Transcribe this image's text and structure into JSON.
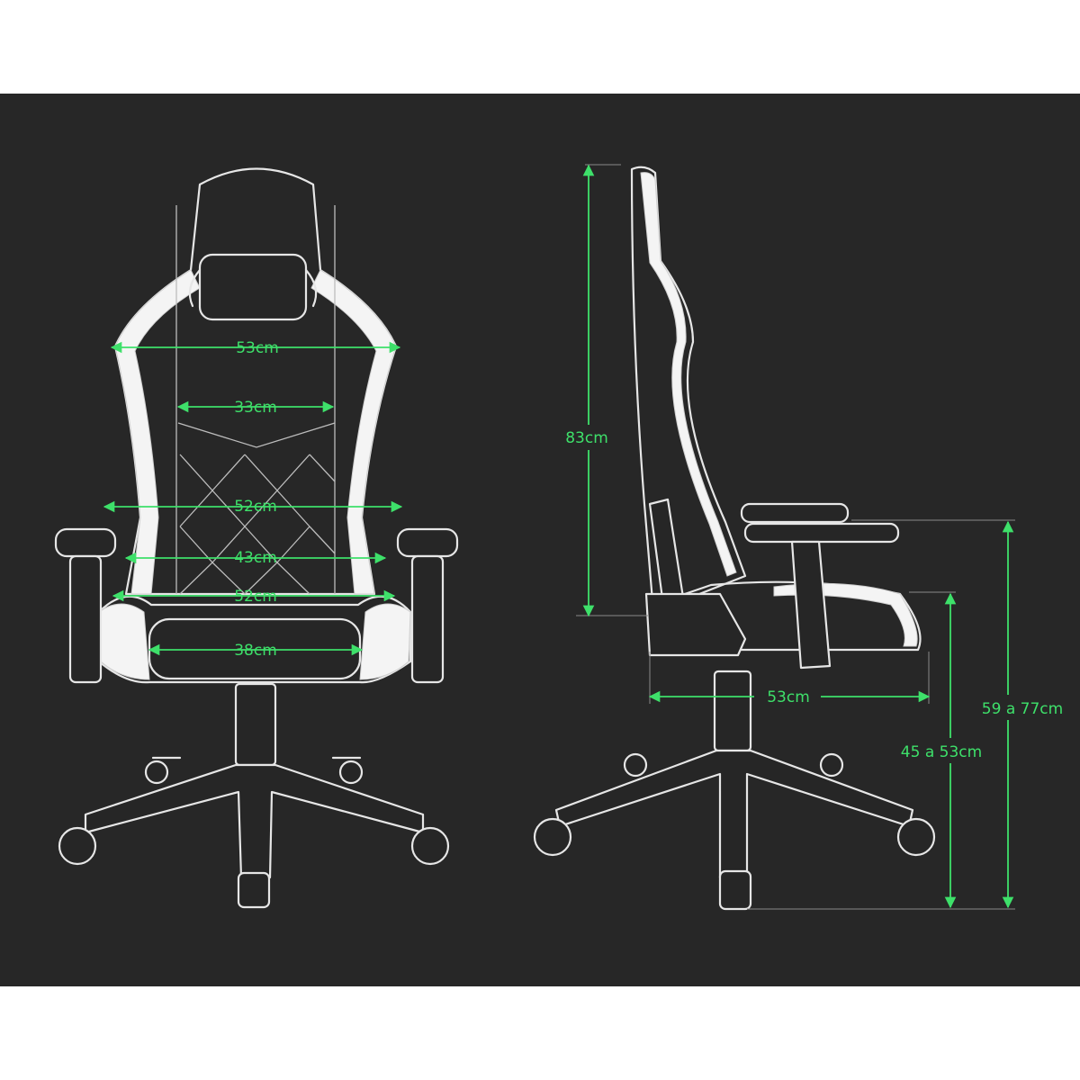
{
  "colors": {
    "background": "#272727",
    "outline": "#e6e6e6",
    "dimension": "#3ee06a"
  },
  "front_view": {
    "width_shoulder": "53cm",
    "width_back_top": "33cm",
    "width_back_mid": "52cm",
    "width_back_inner": "43cm",
    "width_back_low": "52cm",
    "width_seat": "38cm"
  },
  "side_view": {
    "backrest_height": "83cm",
    "seat_depth": "53cm",
    "seat_height": "45 a 53cm",
    "armrest_height": "59 a 77cm"
  }
}
